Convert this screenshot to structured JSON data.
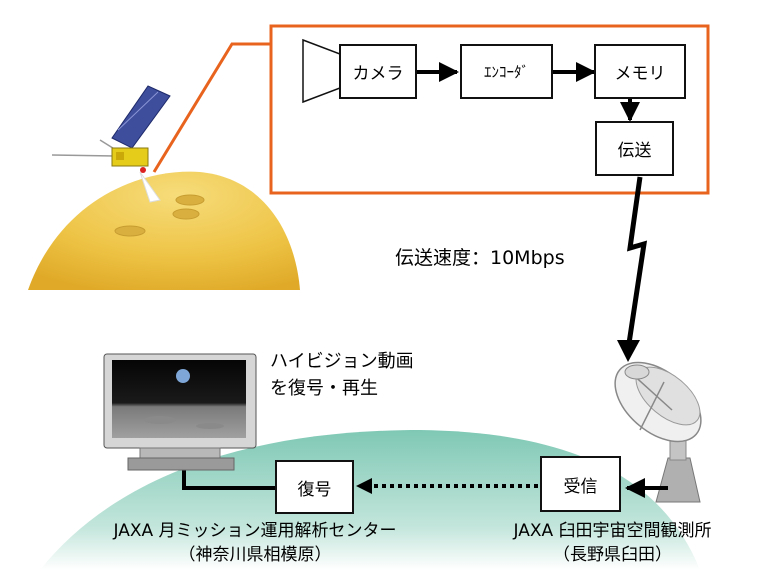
{
  "pipeline": {
    "camera": "カメラ",
    "encoder": "ｴﾝｺｰﾀﾞ",
    "memory": "メモリ",
    "transmit": "伝送"
  },
  "link_rate": "伝送速度：10Mbps",
  "playback": {
    "line1": "ハイビジョン動画",
    "line2": "を復号・再生"
  },
  "ground": {
    "decode": "復号",
    "receive": "受信"
  },
  "site_left": {
    "name": "JAXA 月ミッション運用解析センター",
    "location": "（神奈川県相模原）"
  },
  "site_right": {
    "name": "JAXA 臼田宇宙空間観測所",
    "location": "（長野県臼田）"
  },
  "colors": {
    "callout": "#e8641e",
    "moon": "#f0c84a",
    "ground_hill": "#a8d8c8",
    "arrow": "#000000"
  }
}
